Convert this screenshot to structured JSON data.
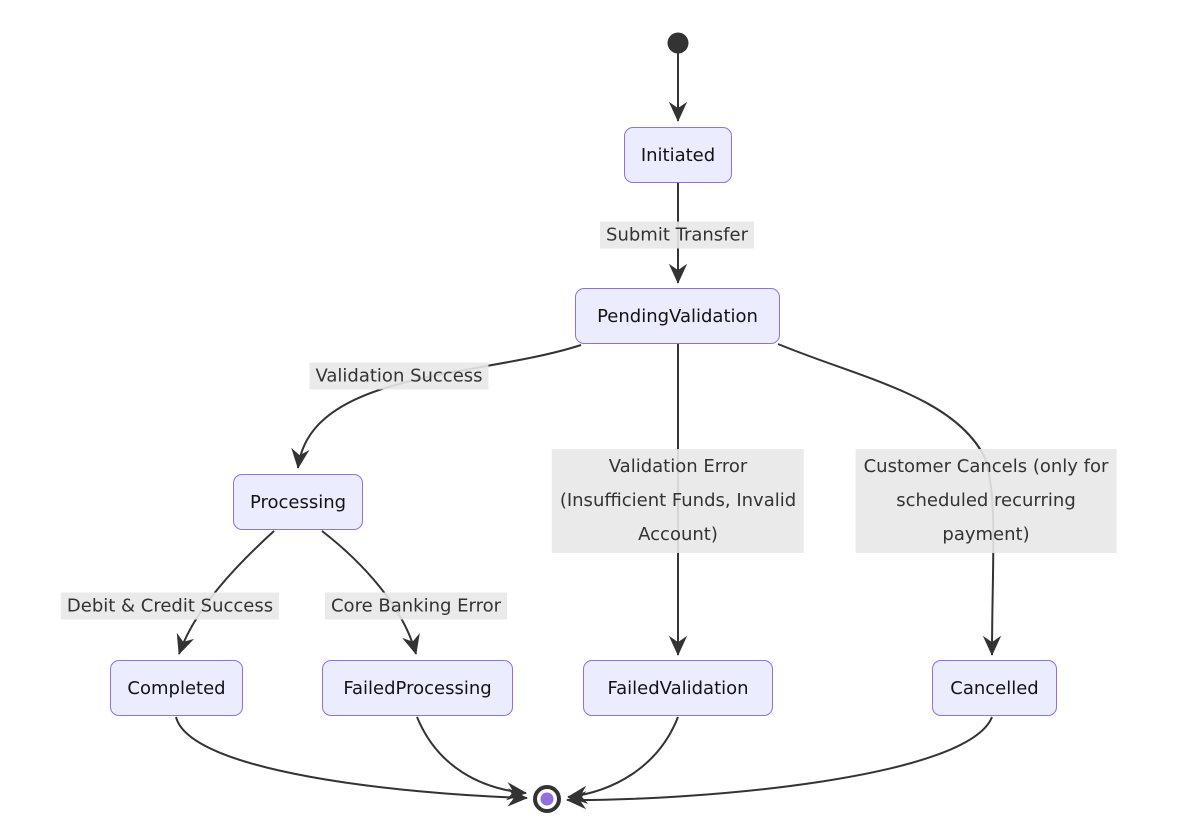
{
  "diagram": {
    "kind": "state-diagram",
    "colors": {
      "state_fill": "#ECECFF",
      "state_border": "#9370DB",
      "edge_stroke": "#333333",
      "label_background": "#e8e8e8",
      "label_text": "#333333",
      "initial_dot": "#333333",
      "final_inner_dot": "#9370DB",
      "background": "#ffffff"
    },
    "states": {
      "start": {
        "type": "initial"
      },
      "initiated": {
        "label": "Initiated"
      },
      "pending_validation": {
        "label": "PendingValidation"
      },
      "processing": {
        "label": "Processing"
      },
      "completed": {
        "label": "Completed"
      },
      "failed_processing": {
        "label": "FailedProcessing"
      },
      "failed_validation": {
        "label": "FailedValidation"
      },
      "cancelled": {
        "label": "Cancelled"
      },
      "end": {
        "type": "final"
      }
    },
    "edge_labels": {
      "submit_transfer": {
        "text": "Submit Transfer"
      },
      "validation_success": {
        "text": "Validation Success"
      },
      "validation_error": {
        "lines": [
          "Validation Error",
          "(Insufficient Funds, Invalid",
          "Account)"
        ]
      },
      "customer_cancels": {
        "lines": [
          "Customer Cancels (only for",
          "scheduled recurring",
          "payment)"
        ]
      },
      "debit_credit_success": {
        "text": "Debit & Credit Success"
      },
      "core_banking_error": {
        "text": "Core Banking Error"
      }
    },
    "transitions": [
      {
        "from": "start",
        "to": "Initiated",
        "label": ""
      },
      {
        "from": "Initiated",
        "to": "PendingValidation",
        "label": "Submit Transfer"
      },
      {
        "from": "PendingValidation",
        "to": "Processing",
        "label": "Validation Success"
      },
      {
        "from": "PendingValidation",
        "to": "FailedValidation",
        "label": "Validation Error (Insufficient Funds, Invalid Account)"
      },
      {
        "from": "PendingValidation",
        "to": "Cancelled",
        "label": "Customer Cancels (only for scheduled recurring payment)"
      },
      {
        "from": "Processing",
        "to": "Completed",
        "label": "Debit & Credit Success"
      },
      {
        "from": "Processing",
        "to": "FailedProcessing",
        "label": "Core Banking Error"
      },
      {
        "from": "Completed",
        "to": "end",
        "label": ""
      },
      {
        "from": "FailedProcessing",
        "to": "end",
        "label": ""
      },
      {
        "from": "FailedValidation",
        "to": "end",
        "label": ""
      },
      {
        "from": "Cancelled",
        "to": "end",
        "label": ""
      }
    ]
  }
}
